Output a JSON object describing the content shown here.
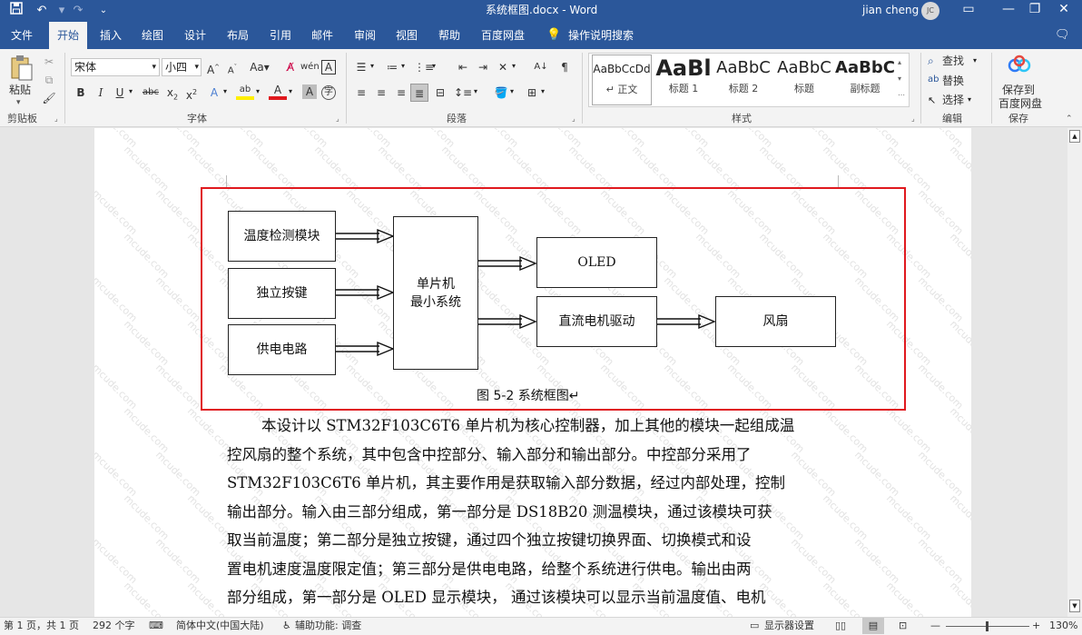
{
  "window": {
    "title": "系统框图.docx - Word",
    "user_name": "jian cheng",
    "user_initials": "JC"
  },
  "quick_access": {
    "save_icon": "save-icon",
    "undo_icon": "undo-icon",
    "redo_icon": "redo-icon"
  },
  "tabs": [
    "文件",
    "开始",
    "插入",
    "绘图",
    "设计",
    "布局",
    "引用",
    "邮件",
    "审阅",
    "视图",
    "帮助",
    "百度网盘"
  ],
  "active_tab": "开始",
  "tell_me": "操作说明搜索",
  "ribbon": {
    "clipboard": {
      "paste_label": "粘贴",
      "group_label": "剪贴板"
    },
    "font": {
      "font_name": "宋体",
      "font_size": "小四",
      "group_label": "字体"
    },
    "paragraph": {
      "group_label": "段落"
    },
    "styles": {
      "items": [
        {
          "sample": "AaBbCcDd",
          "name": "↵ 正文"
        },
        {
          "sample": "AaBl",
          "name": "标题 1"
        },
        {
          "sample": "AaBbC",
          "name": "标题 2"
        },
        {
          "sample": "AaBbC",
          "name": "标题"
        },
        {
          "sample": "AaBbC",
          "name": "副标题"
        }
      ],
      "group_label": "样式"
    },
    "editing": {
      "find": "查找",
      "replace": "替换",
      "select": "选择",
      "group_label": "编辑"
    },
    "save": {
      "button_label_1": "保存到",
      "button_label_2": "百度网盘",
      "group_label": "保存"
    }
  },
  "diagram": {
    "blocks": {
      "temp": "温度检测模块",
      "key": "独立按键",
      "power": "供电电路",
      "mcu_1": "单片机",
      "mcu_2": "最小系统",
      "oled": "OLED",
      "motor": "直流电机驱动",
      "fan": "风扇"
    },
    "caption": "图 5-2  系统框图↵"
  },
  "body_lines": [
    "本设计以 STM32F103C6T6 单片机为核心控制器，加上其他的模块一起组成温",
    "控风扇的整个系统，其中包含中控部分、输入部分和输出部分。中控部分采用了",
    "STM32F103C6T6 单片机，其主要作用是获取输入部分数据，经过内部处理，控制",
    "输出部分。输入由三部分组成，第一部分是 DS18B20 测温模块，通过该模块可获",
    "取当前温度；第二部分是独立按键，通过四个独立按键切换界面、切换模式和设",
    "置电机速度温度限定值；第三部分是供电电路，给整个系统进行供电。输出由两",
    "部分组成，第一部分是 OLED 显示模块， 通过该模块可以显示当前温度值、电机"
  ],
  "status": {
    "page": "第 1 页，共 1 页",
    "words": "292 个字",
    "language": "简体中文(中国大陆)",
    "accessibility": "辅助功能: 调查",
    "display_settings": "显示器设置",
    "zoom": "130%"
  },
  "watermark_text": "mcude.com",
  "colors": {
    "titlebar": "#2b579a",
    "highlight_box": "#e0191e"
  }
}
